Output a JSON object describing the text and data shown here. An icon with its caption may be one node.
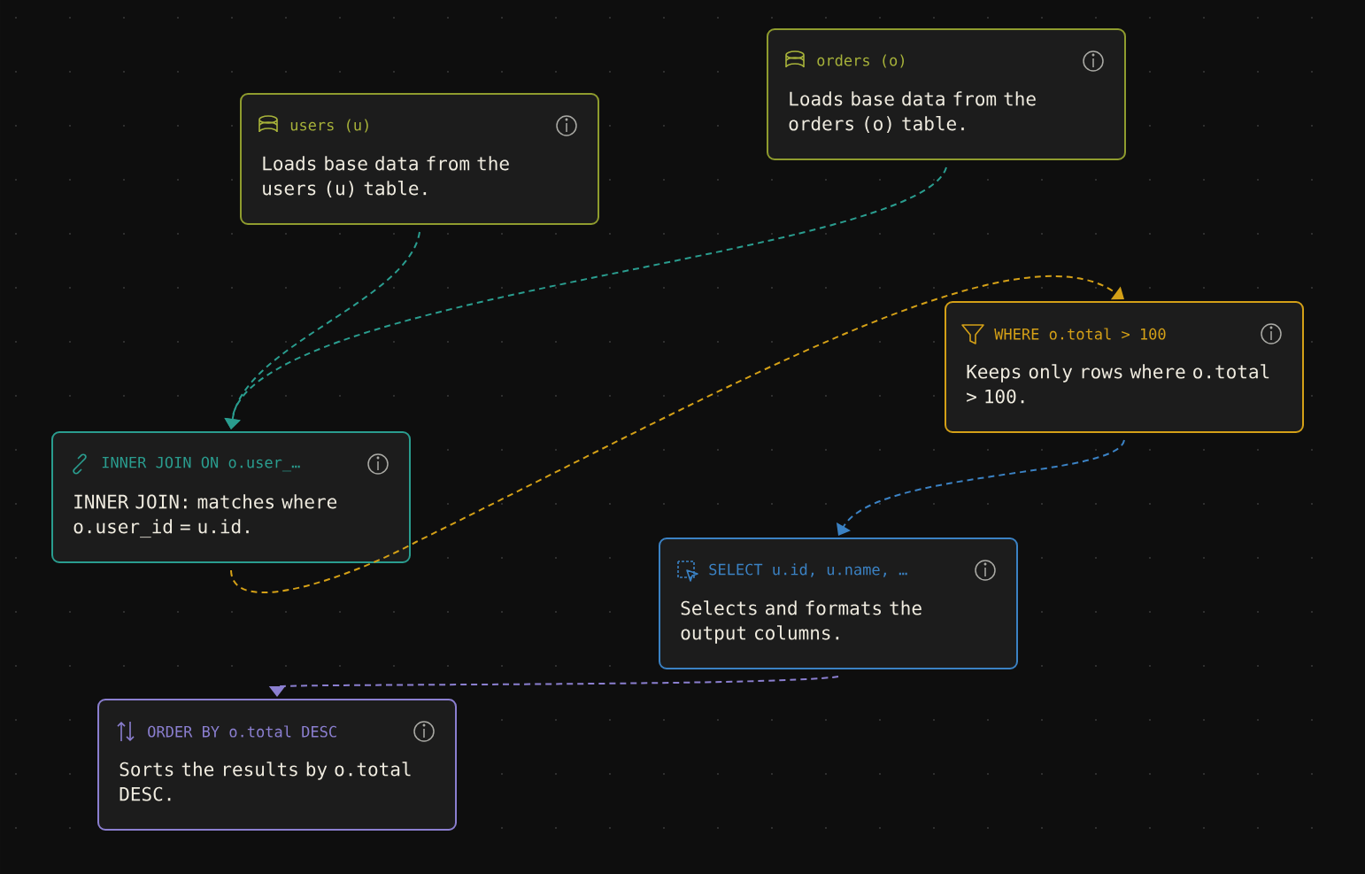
{
  "diagram": {
    "nodes": [
      {
        "text": [
          "users (u)",
          "Loads base data from the users (u) table."
        ]
      },
      {
        "text": [
          "orders (o)",
          "Loads base data from the orders (o) table."
        ]
      },
      {
        "text": [
          "INNER JOIN ON o.user_…",
          "INNER JOIN: matches where o.user_id = u.id."
        ]
      },
      {
        "text": [
          "WHERE o.total > 100",
          "Keeps only rows where o.total > 100."
        ]
      },
      {
        "text": [
          "SELECT u.id, u.name, …",
          "Selects and formats the output columns."
        ]
      },
      {
        "text": [
          "ORDER BY o.total DESC",
          "Sorts the results by o.total DESC."
        ]
      }
    ],
    "edges": [
      {
        "from": 0,
        "to": 2,
        "arrow": "to",
        "style": "dashed",
        "color": "#2a9d8f"
      },
      {
        "from": 1,
        "to": 2,
        "arrow": "to",
        "style": "dashed",
        "color": "#2a9d8f"
      },
      {
        "from": 2,
        "to": 3,
        "arrow": "to",
        "style": "dashed",
        "color": "#d4a017"
      },
      {
        "from": 3,
        "to": 4,
        "arrow": "to",
        "style": "dashed",
        "color": "#3b82c4"
      },
      {
        "from": 4,
        "to": 5,
        "arrow": "to",
        "style": "dashed",
        "color": "#8b7fd0"
      }
    ]
  }
}
